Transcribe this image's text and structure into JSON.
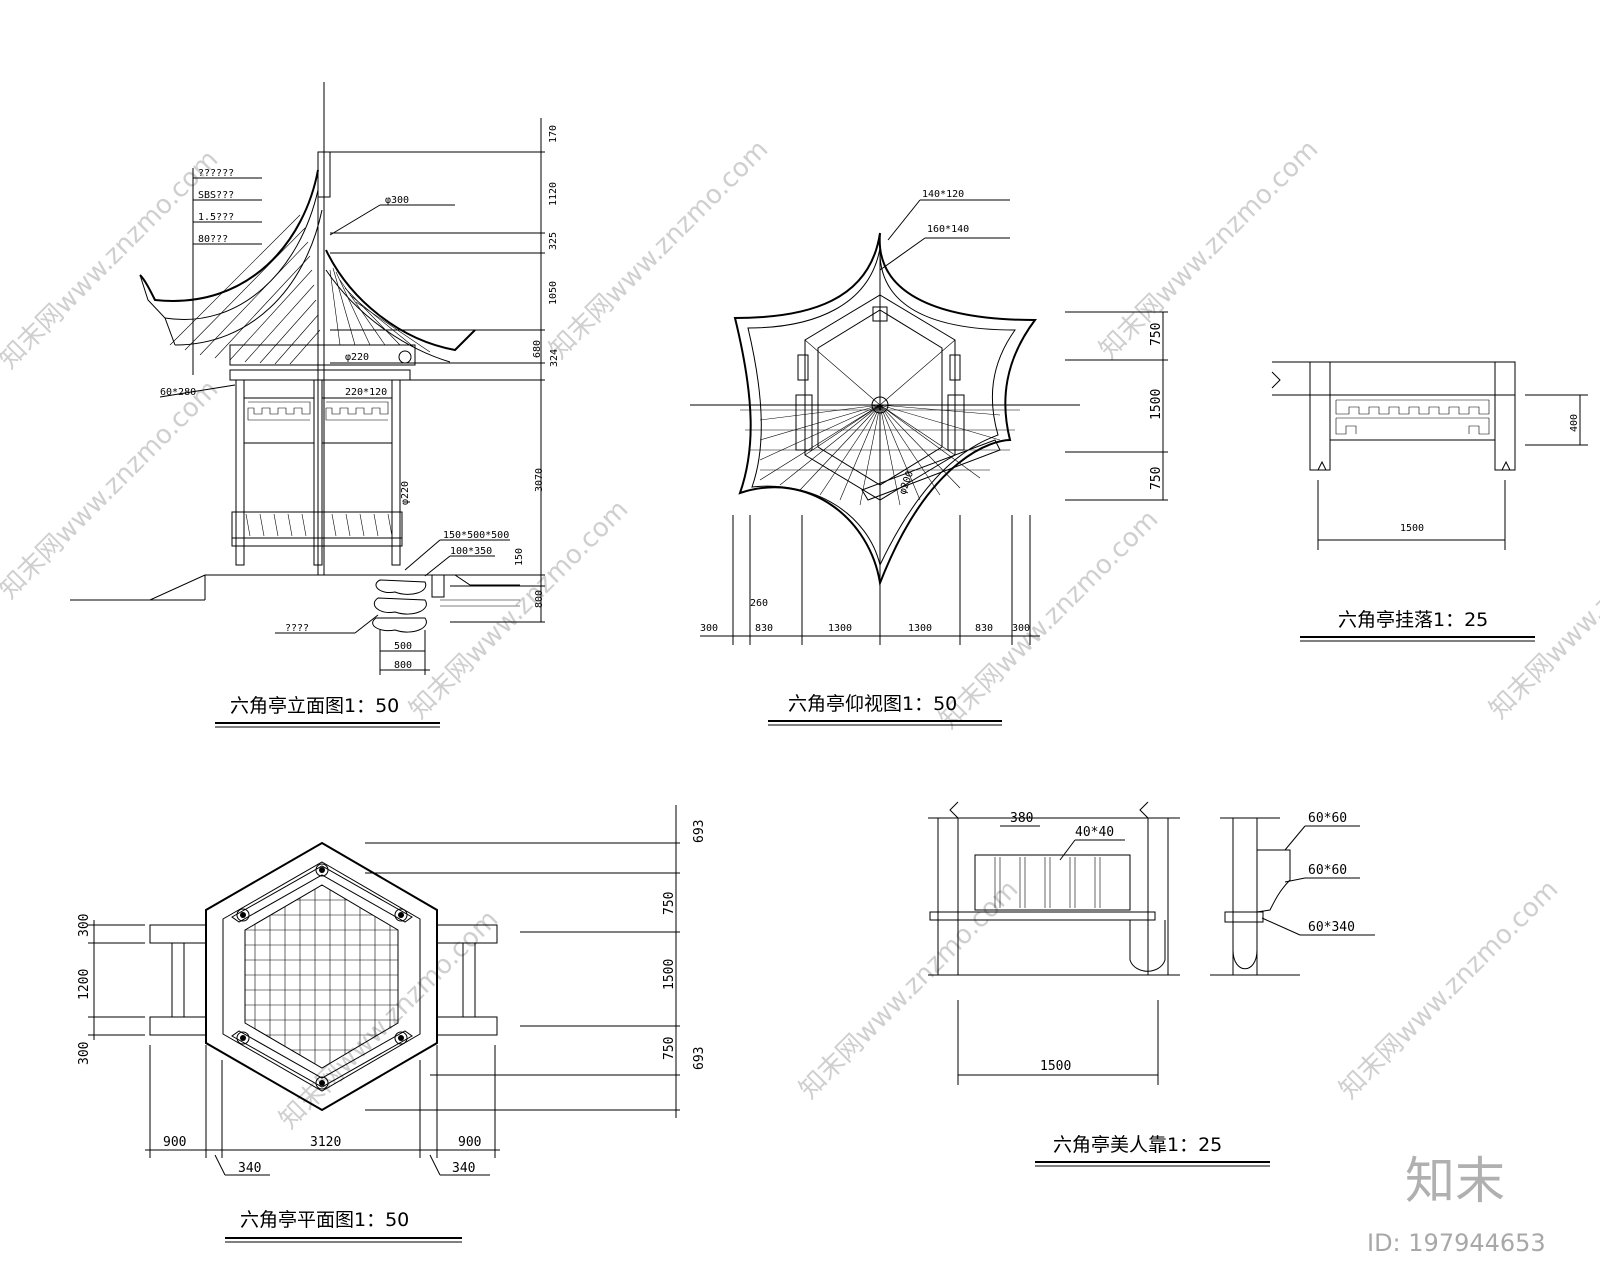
{
  "titles": {
    "elevation": "六角亭立面图1：50",
    "ceiling": "六角亭仰视图1：50",
    "hanging": "六角亭挂落1：25",
    "plan": "六角亭平面图1：50",
    "bench": "六角亭美人靠1：25"
  },
  "elevation": {
    "layers": [
      "??????",
      "SBS???",
      "1.5???",
      "80???"
    ],
    "labels": {
      "top_post": "φ300",
      "ring": "φ220",
      "beam_left": "60*280",
      "beam": "220*120",
      "column": "φ220",
      "footing": "150*500*500",
      "base": "100*350",
      "foundation": "????"
    },
    "right_dims": [
      "170",
      "1120",
      "325",
      "1050",
      "680",
      "324",
      "3070",
      "150",
      "800"
    ],
    "bottom_dims": [
      "500",
      "800"
    ]
  },
  "ceiling": {
    "labels": {
      "a": "140*120",
      "b": "160*140",
      "c": "φ200"
    },
    "right_dims": [
      "750",
      "1500",
      "750"
    ],
    "bottom_dims": [
      "300",
      "260",
      "830",
      "1300",
      "1300",
      "830",
      "300"
    ]
  },
  "hanging": {
    "height": "400",
    "width": "1500"
  },
  "plan": {
    "left_dims": [
      "300",
      "1200",
      "300"
    ],
    "right_dims": [
      "693",
      "750",
      "1500",
      "750",
      "693"
    ],
    "bottom_dims": [
      "900",
      "3120",
      "900"
    ],
    "sub_dims": [
      "340",
      "340"
    ]
  },
  "bench": {
    "labels": [
      "380",
      "40*40",
      "60*60",
      "60*60",
      "60*340"
    ],
    "width": "1500"
  },
  "watermark": {
    "brand": "知末",
    "id": "ID: 197944653",
    "site": "知末网www.znzmo.com"
  }
}
